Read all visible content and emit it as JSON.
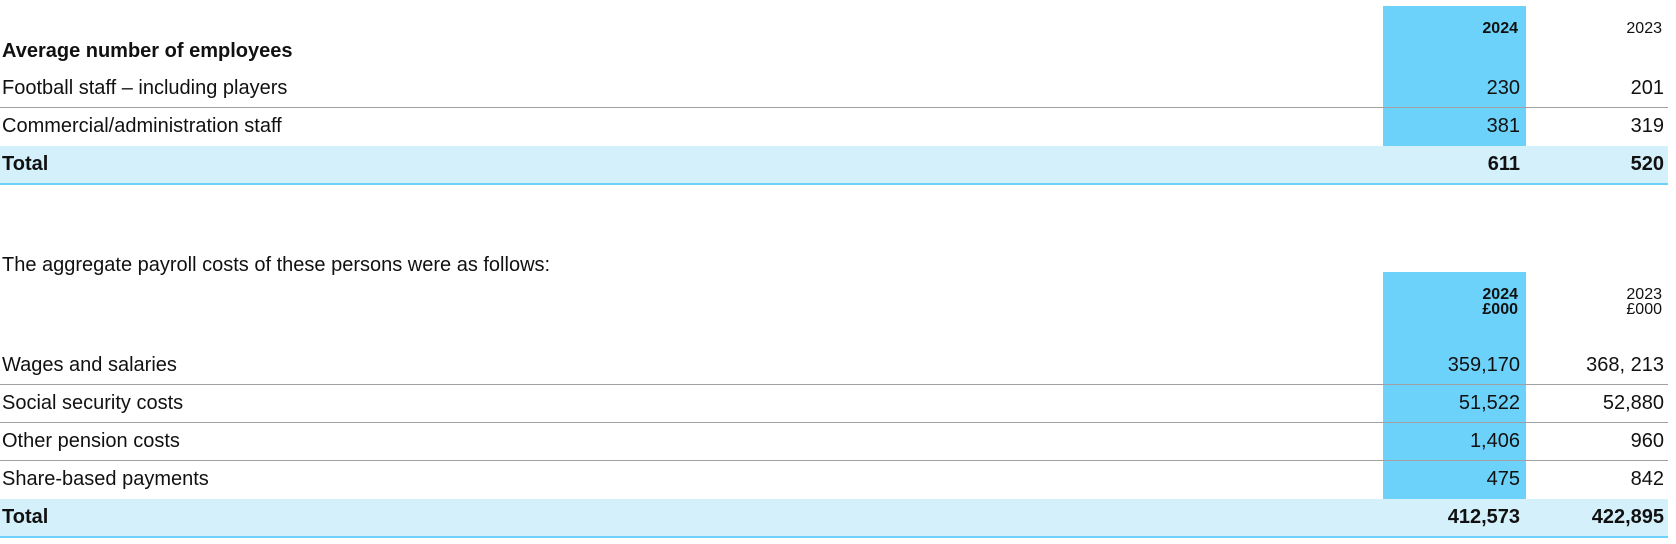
{
  "employees": {
    "heading": "Average number of employees",
    "header": {
      "col1": "2024",
      "col2": "2023"
    },
    "rows": [
      {
        "label": "Football staff – including players",
        "v2024": "230",
        "v2023": "201"
      },
      {
        "label": "Commercial/administration staff",
        "v2024": "381",
        "v2023": "319"
      }
    ],
    "total": {
      "label": "Total",
      "v2024": "611",
      "v2023": "520"
    }
  },
  "payroll": {
    "intro": "The aggregate payroll costs of these persons were as follows:",
    "header": {
      "col1_year": "2024",
      "col1_unit": "£000",
      "col2_year": "2023",
      "col2_unit": "£000"
    },
    "rows": [
      {
        "label": "Wages and salaries",
        "v2024": "359,170",
        "v2023": "368, 213"
      },
      {
        "label": "Social security costs",
        "v2024": "51,522",
        "v2023": "52,880"
      },
      {
        "label": "Other pension costs",
        "v2024": "1,406",
        "v2023": "960"
      },
      {
        "label": "Share-based payments",
        "v2024": "475",
        "v2023": "842"
      }
    ],
    "total": {
      "label": "Total",
      "v2024": "412,573",
      "v2023": "422,895"
    }
  },
  "colors": {
    "highlight_column": "#6dd2fa",
    "total_row": "#d3f0fb",
    "text": "#111111"
  }
}
